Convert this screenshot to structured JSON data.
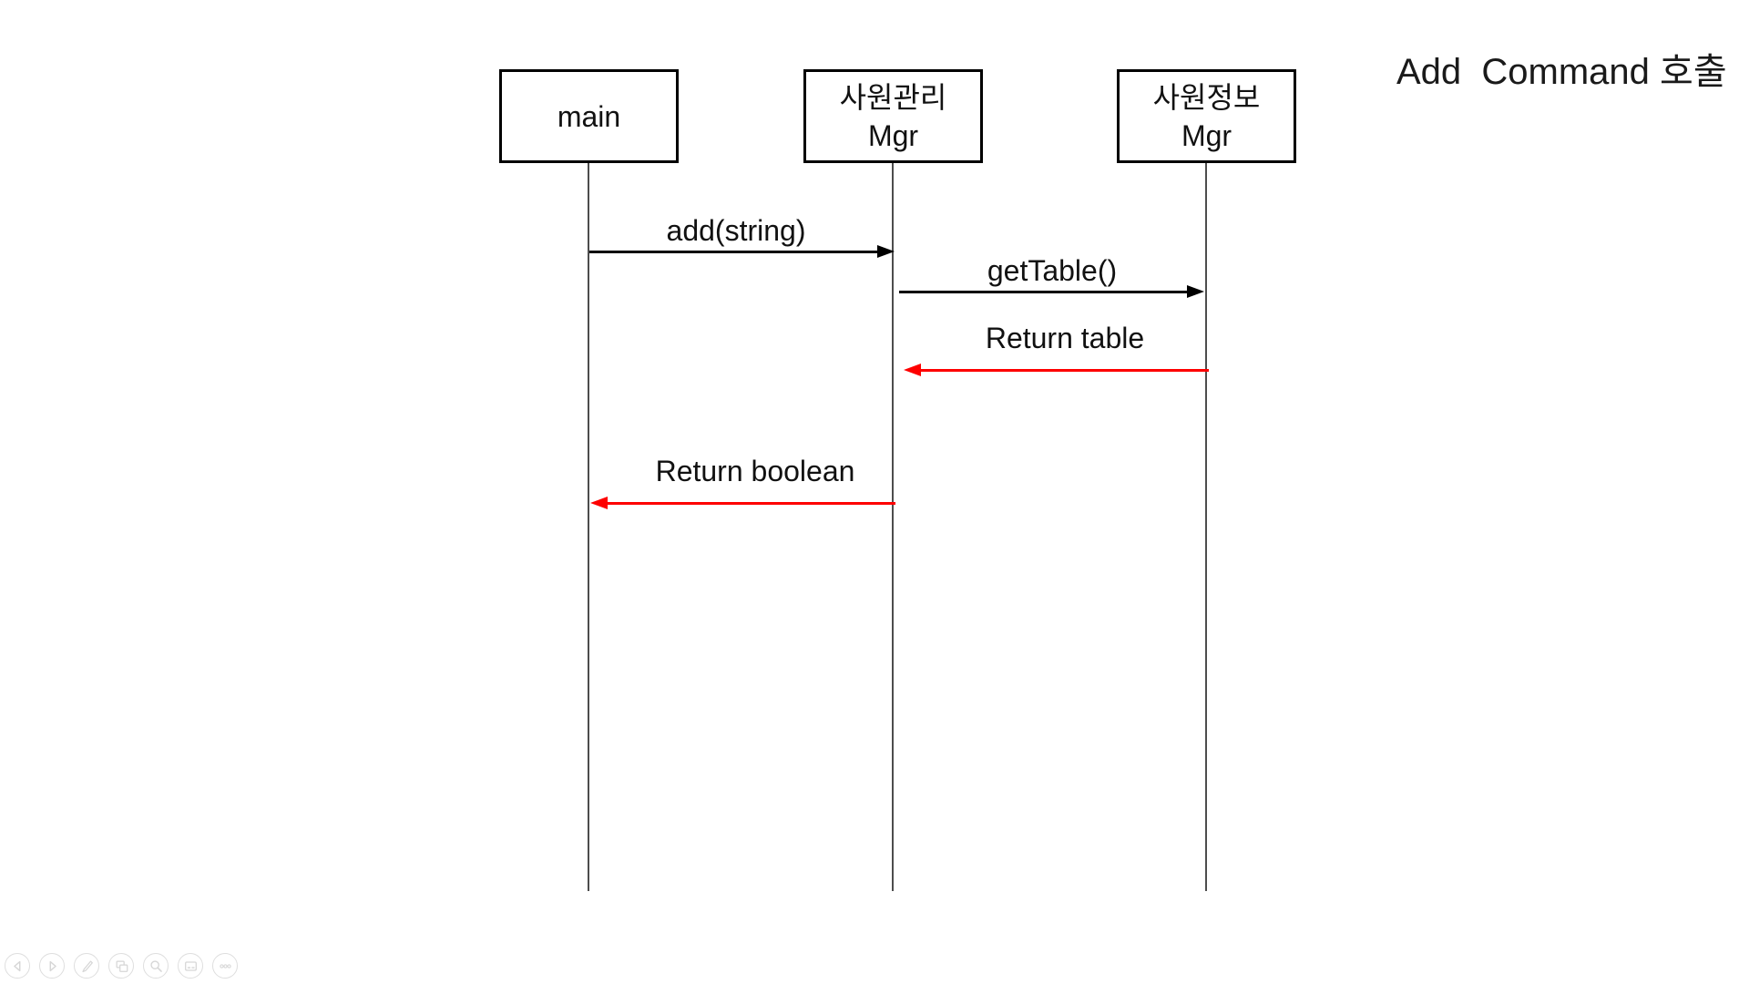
{
  "title": "Add  Command 호출",
  "diagram": {
    "type": "sequence",
    "actors": [
      {
        "id": "main",
        "lines": [
          "main"
        ]
      },
      {
        "id": "employee-management-manager",
        "lines": [
          "사원관리",
          "Mgr"
        ]
      },
      {
        "id": "employee-information-manager",
        "lines": [
          "사원정보",
          "Mgr"
        ]
      }
    ],
    "messages": [
      {
        "label": "add(string)",
        "from": "main",
        "to": "employee-management-manager",
        "kind": "call",
        "color": "#000000"
      },
      {
        "label": "getTable()",
        "from": "employee-management-manager",
        "to": "employee-information-manager",
        "kind": "call",
        "color": "#000000"
      },
      {
        "label": "Return table",
        "from": "employee-information-manager",
        "to": "employee-management-manager",
        "kind": "return",
        "color": "#fe0000"
      },
      {
        "label": "Return boolean",
        "from": "employee-management-manager",
        "to": "main",
        "kind": "return",
        "color": "#fe0000"
      }
    ]
  },
  "colors": {
    "background": "#ffffff",
    "box_border": "#000000",
    "call_arrow": "#000000",
    "return_arrow": "#fe0000",
    "lifeline": "#4d4d4d",
    "toolbar_icon": "#d6d6d6"
  },
  "toolbar": {
    "icons": [
      {
        "name": "previous-slide"
      },
      {
        "name": "next-slide"
      },
      {
        "name": "pen-tools"
      },
      {
        "name": "see-all-slides"
      },
      {
        "name": "zoom"
      },
      {
        "name": "subtitles"
      },
      {
        "name": "more-options"
      }
    ]
  }
}
